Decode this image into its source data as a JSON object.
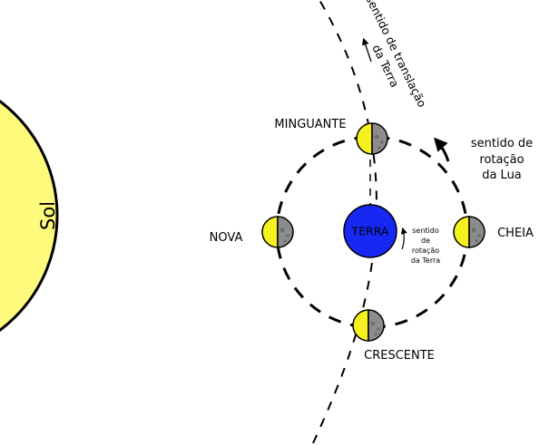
{
  "sun": {
    "label": "Sol"
  },
  "earth": {
    "label": "TERRA",
    "rotation_label": [
      "sentido",
      "de",
      "rotação",
      "da Terra"
    ]
  },
  "orbit": {
    "translation_label": [
      "sentido de translação",
      "da Terra"
    ],
    "moon_rotation_label": [
      "sentido de",
      "rotação",
      "da Lua"
    ]
  },
  "phases": {
    "new": "NOVA",
    "full": "CHEIA",
    "waning": "MINGUANTE",
    "waxing": "CRESCENTE"
  },
  "colors": {
    "sun_fill": "#fdfa7c",
    "sun_stroke": "#000000",
    "earth": "#1628f2",
    "moon_lit": "#f7f11f",
    "moon_dark": "#8c8c8c",
    "crater": "#6e6e6e",
    "line": "#000000"
  }
}
